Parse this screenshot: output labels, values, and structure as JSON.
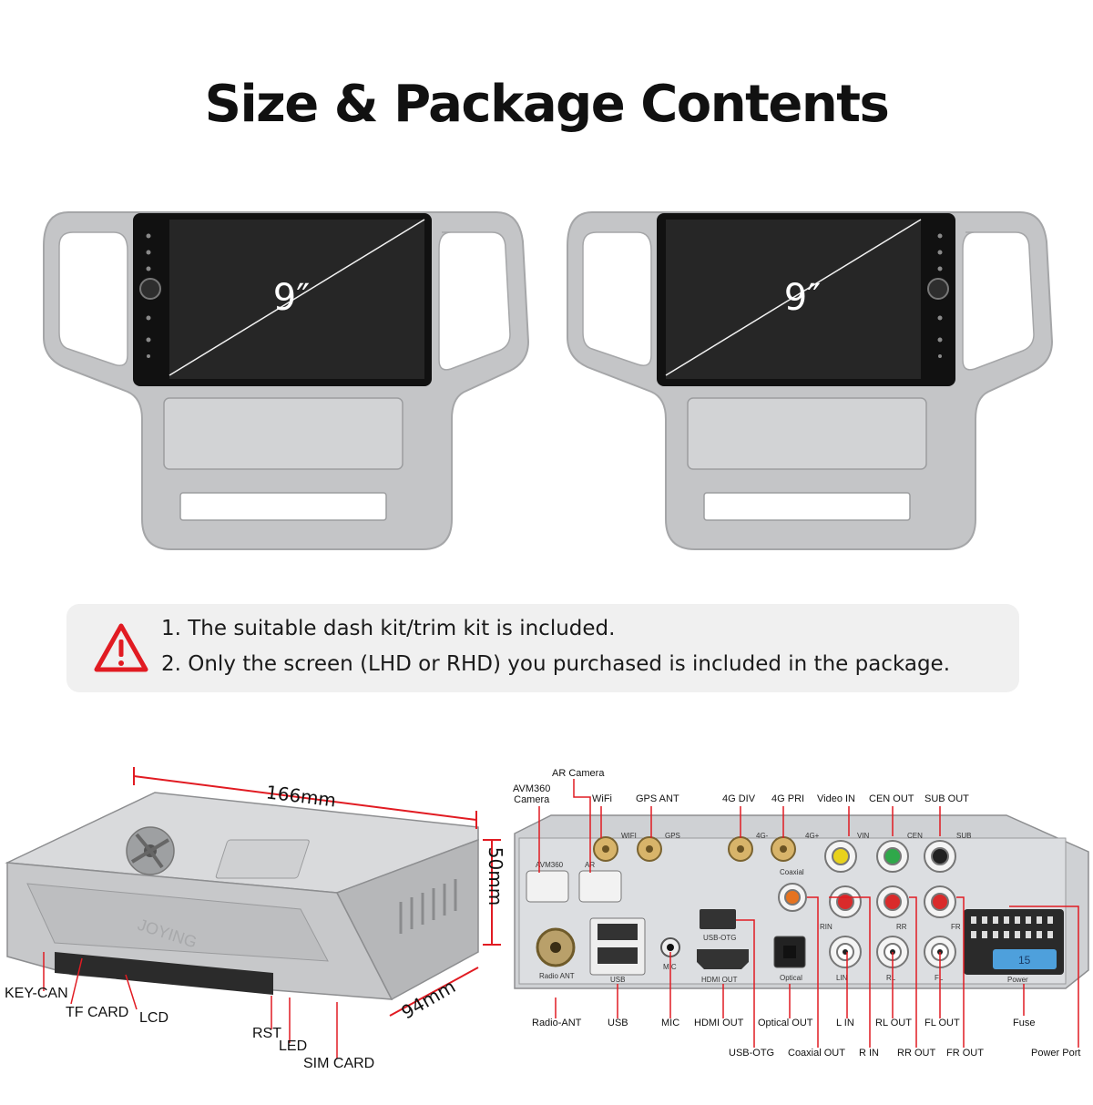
{
  "title": "Size & Package Contents",
  "units": [
    {
      "screen_size": "9″"
    },
    {
      "screen_size": "9″"
    }
  ],
  "notice": {
    "icon": "warning-triangle-icon",
    "icon_color": "#e11b22",
    "lines": [
      "1. The suitable dash kit/trim kit is included.",
      "2. Only the screen (LHD or RHD) you purchased is included in the package."
    ]
  },
  "dimensions": {
    "width": "166mm",
    "height": "50mm",
    "depth": "94mm"
  },
  "box_brand": "JOYING",
  "box_labels": {
    "key_can": "KEY-CAN",
    "tf_card": "TF CARD",
    "lcd": "LCD",
    "rst": "RST",
    "led": "LED",
    "sim_card": "SIM CARD"
  },
  "ports_top": {
    "avm360": "AVM360\nCamera",
    "ar_camera": "AR Camera",
    "wifi": "WiFi",
    "gps_ant": "GPS ANT",
    "g4_div": "4G DIV",
    "g4_pri": "4G PRI",
    "video_in": "Video IN",
    "cen_out": "CEN OUT",
    "sub_out": "SUB OUT"
  },
  "ports_bottom": {
    "radio_ant": "Radio-ANT",
    "usb": "USB",
    "mic": "MIC",
    "hdmi_out": "HDMI OUT",
    "optical_out": "Optical OUT",
    "l_in": "L IN",
    "rl_out": "RL OUT",
    "fl_out": "FL OUT",
    "fuse": "Fuse",
    "usb_otg": "USB-OTG",
    "coaxial_out": "Coaxial OUT",
    "r_in": "R IN",
    "rr_out": "RR OUT",
    "fr_out": "FR OUT",
    "power_port": "Power Port"
  },
  "panel_marks": {
    "avm360": "AVM360",
    "ar": "AR",
    "wifi": "WIFI",
    "gps": "GPS",
    "g4m": "4G-",
    "g4p": "4G+",
    "vin": "VIN",
    "cen": "CEN",
    "sub": "SUB",
    "coaxial": "Coaxial",
    "rin": "RIN",
    "rr": "RR",
    "fr": "FR",
    "usb_otg": "USB-OTG",
    "radio_ant": "Radio ANT",
    "usb": "USB",
    "mic": "MIC",
    "hdmi_out": "HDMI OUT",
    "optical": "Optical",
    "lin": "LIN",
    "rl": "RL",
    "fl": "FL",
    "power": "Power",
    "fuse_value": "15"
  }
}
